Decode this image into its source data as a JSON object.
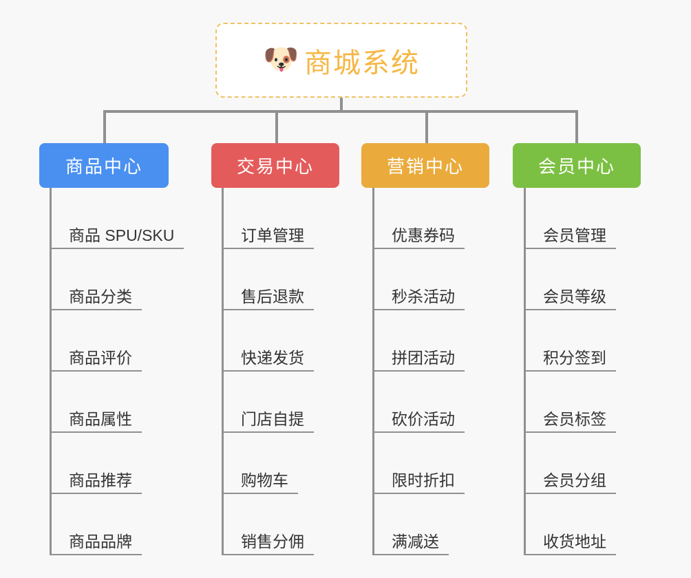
{
  "diagram": {
    "type": "mindmap",
    "background_color": "#f8f8f8",
    "root": {
      "title": "商城系统",
      "icon": "dog-face-emoji",
      "emoji": "🐶",
      "text_color": "#f5b744",
      "border_color": "#f0c061",
      "background_color": "#ffffff"
    },
    "connector_color": "#909090",
    "branches": [
      {
        "label": "商品中心",
        "color": "#4a90f0",
        "leaves": [
          "商品 SPU/SKU",
          "商品分类",
          "商品评价",
          "商品属性",
          "商品推荐",
          "商品品牌"
        ]
      },
      {
        "label": "交易中心",
        "color": "#e45b5b",
        "leaves": [
          "订单管理",
          "售后退款",
          "快递发货",
          "门店自提",
          "购物车",
          "销售分佣"
        ]
      },
      {
        "label": "营销中心",
        "color": "#eaab3c",
        "leaves": [
          "优惠券码",
          "秒杀活动",
          "拼团活动",
          "砍价活动",
          "限时折扣",
          "满减送"
        ]
      },
      {
        "label": "会员中心",
        "color": "#7cc043",
        "leaves": [
          "会员管理",
          "会员等级",
          "积分签到",
          "会员标签",
          "会员分组",
          "收货地址"
        ]
      }
    ]
  }
}
